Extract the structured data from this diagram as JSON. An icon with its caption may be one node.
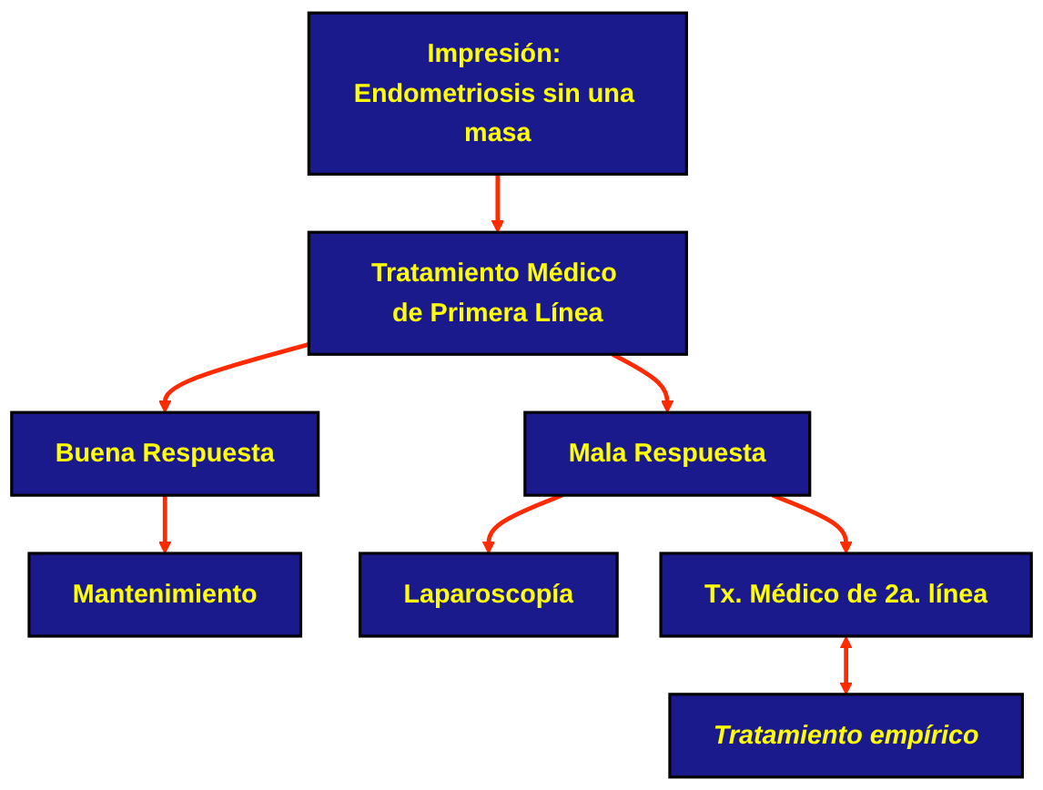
{
  "diagram": {
    "nodes": [
      {
        "text": [
          "Impresión: Endometriosis sin una masa"
        ]
      },
      {
        "text": [
          "Tratamiento Médico de Primera Línea"
        ]
      },
      {
        "text": [
          "Mala Respuesta"
        ]
      },
      {
        "text": [
          "Buena Respuesta"
        ]
      },
      {
        "text": [
          "Mantenimiento"
        ]
      },
      {
        "text": [
          "Laparoscopía"
        ]
      },
      {
        "text": [
          "Tx. Médico de 2a. línea"
        ]
      },
      {
        "text": [
          "Tratamiento empírico"
        ]
      }
    ],
    "edges": [
      {
        "from": 0,
        "to": 1,
        "arrow": "to"
      },
      {
        "from": 1,
        "to": 2,
        "arrow": "to"
      },
      {
        "from": 1,
        "to": 3,
        "arrow": "to"
      },
      {
        "from": 3,
        "to": 4,
        "arrow": "to"
      },
      {
        "from": 2,
        "to": 5,
        "arrow": "to"
      },
      {
        "from": 2,
        "to": 6,
        "arrow": "to"
      },
      {
        "from": 6,
        "to": 7,
        "arrow": "both"
      }
    ]
  }
}
